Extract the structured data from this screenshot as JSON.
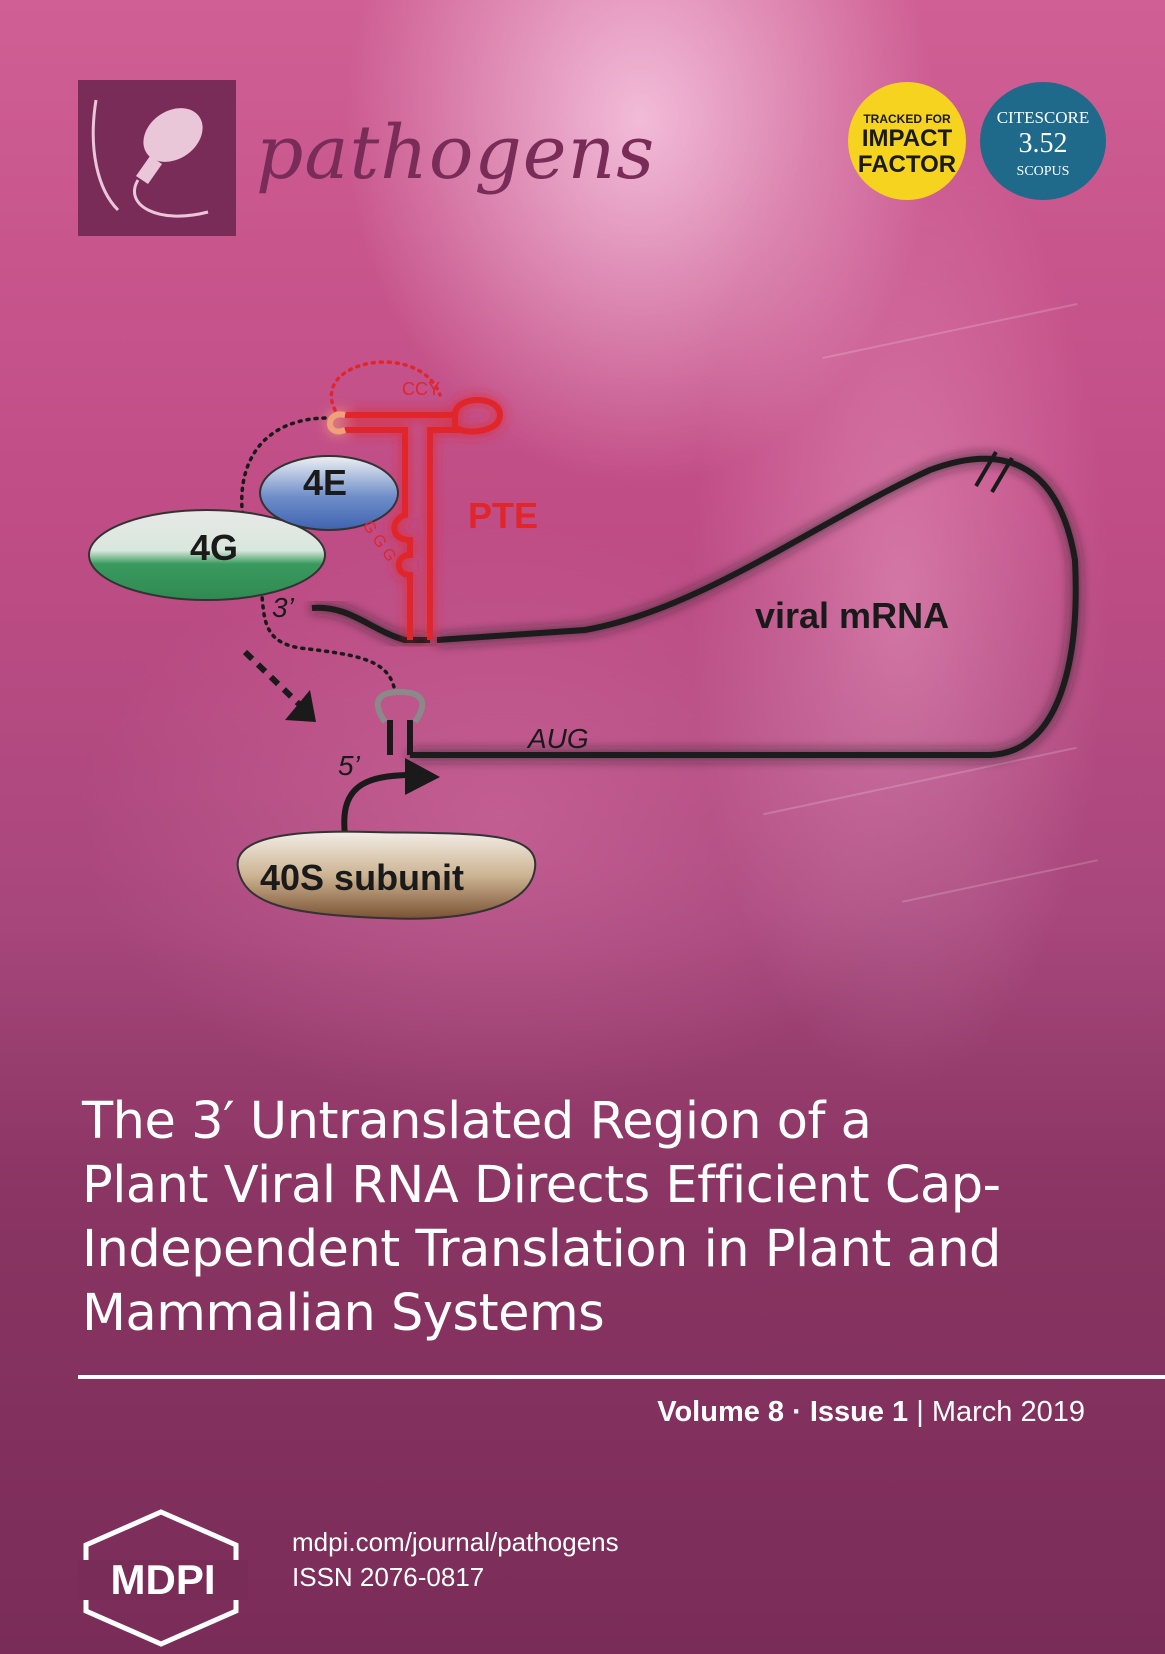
{
  "journal": {
    "name": "pathogens"
  },
  "badges": {
    "impact_factor": {
      "line1": "TRACKED FOR",
      "line2": "IMPACT",
      "line3": "FACTOR"
    },
    "citescore": {
      "line1": "CITESCORE",
      "value": "3.52",
      "line3": "SCOPUS"
    }
  },
  "figure": {
    "labels": {
      "factor_4g": "4G",
      "factor_4e": "4E",
      "pte": "PTE",
      "ccy": "CCY",
      "ggg": "G G G",
      "three_prime": "3’",
      "five_prime": "5’",
      "aug": "AUG",
      "viral_mrna": "viral mRNA",
      "ribosome": "40S subunit"
    }
  },
  "article": {
    "title_lines": [
      "The 3′ Untranslated Region of a",
      "Plant Viral RNA Directs Efficient Cap-",
      "Independent Translation in Plant and",
      "Mammalian Systems"
    ]
  },
  "issue": {
    "volume": "Volume 8",
    "sep": " · ",
    "issue": "Issue 1",
    "bar": " | ",
    "date": "March 2019"
  },
  "publisher": {
    "logo_text": "MDPI",
    "url": "mdpi.com/journal/pathogens",
    "issn": "ISSN 2076-0817"
  },
  "colors": {
    "brand": "#7a2c58",
    "pte_red": "#e0262a",
    "badge_yellow": "#f5d31e",
    "badge_blue": "#1f6a8a"
  }
}
